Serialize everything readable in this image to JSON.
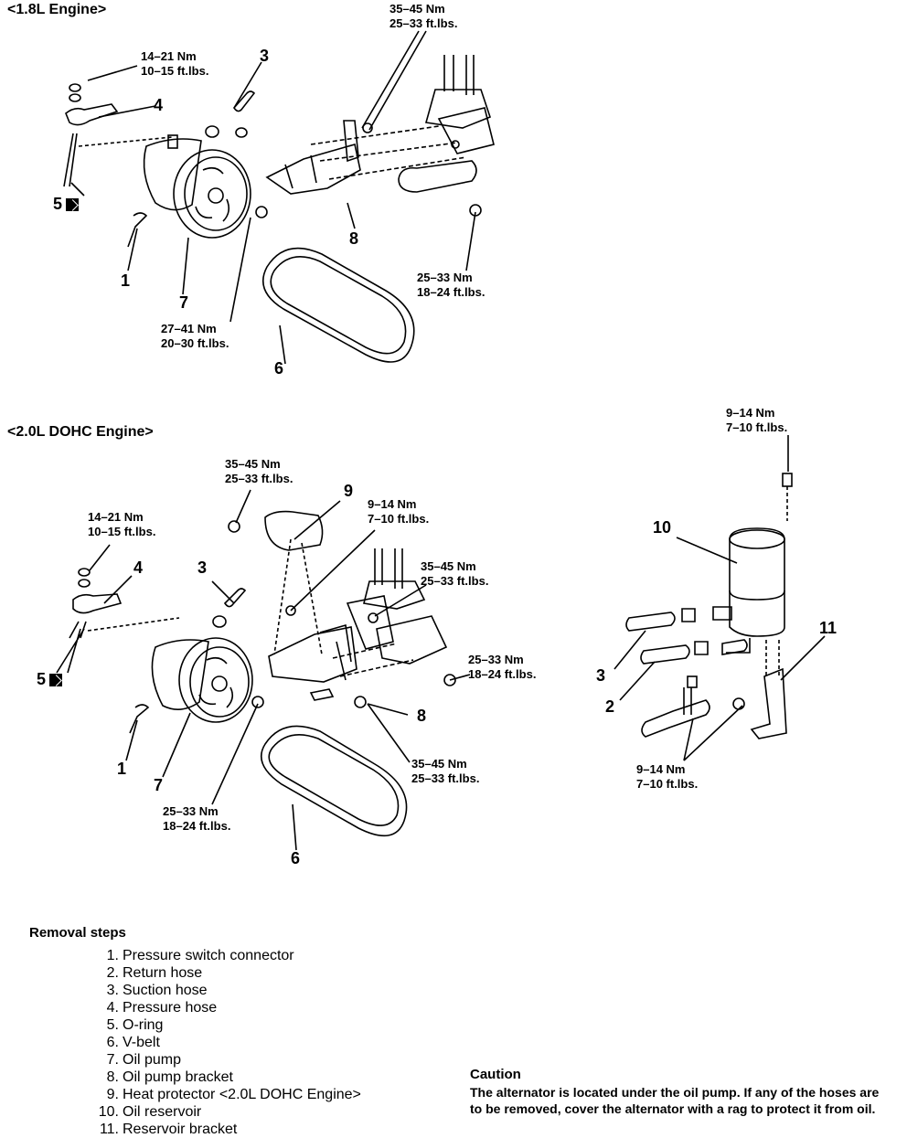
{
  "section1": {
    "title": "<1.8L Engine>",
    "torques": {
      "t1": [
        "14–21 Nm",
        "10–15 ft.lbs."
      ],
      "t2": [
        "35–45 Nm",
        "25–33 ft.lbs."
      ],
      "t3": [
        "25–33 Nm",
        "18–24 ft.lbs."
      ],
      "t4": [
        "27–41 Nm",
        "20–30 ft.lbs."
      ]
    },
    "callouts": [
      "1",
      "3",
      "4",
      "5",
      "6",
      "7",
      "8"
    ]
  },
  "section2": {
    "title": "<2.0L DOHC Engine>",
    "torques": {
      "t1": [
        "14–21 Nm",
        "10–15 ft.lbs."
      ],
      "t2": [
        "35–45 Nm",
        "25–33 ft.lbs."
      ],
      "t3": [
        "9–14 Nm",
        "7–10 ft.lbs."
      ],
      "t4": [
        "35–45 Nm",
        "25–33 ft.lbs."
      ],
      "t5": [
        "25–33 Nm",
        "18–24 ft.lbs."
      ],
      "t6": [
        "35–45 Nm",
        "25–33 ft.lbs."
      ],
      "t7": [
        "25–33 Nm",
        "18–24 ft.lbs."
      ]
    },
    "callouts": [
      "1",
      "3",
      "4",
      "5",
      "6",
      "7",
      "8",
      "9"
    ]
  },
  "section3": {
    "torques": {
      "t1": [
        "9–14 Nm",
        "7–10 ft.lbs."
      ],
      "t2": [
        "9–14 Nm",
        "7–10 ft.lbs."
      ]
    },
    "callouts": [
      "10",
      "11",
      "3",
      "2"
    ]
  },
  "removal": {
    "title": "Removal steps",
    "steps": [
      {
        "n": "1.",
        "text": "Pressure switch connector"
      },
      {
        "n": "2.",
        "text": "Return hose"
      },
      {
        "n": "3.",
        "text": "Suction hose"
      },
      {
        "n": "4.",
        "text": "Pressure hose"
      },
      {
        "n": "5.",
        "text": "O-ring"
      },
      {
        "n": "6.",
        "text": "V-belt"
      },
      {
        "n": "7.",
        "text": "Oil pump"
      },
      {
        "n": "8.",
        "text": "Oil pump bracket"
      },
      {
        "n": "9.",
        "text": "Heat protector <2.0L DOHC Engine>"
      },
      {
        "n": "10.",
        "text": "Oil reservoir"
      },
      {
        "n": "11.",
        "text": "Reservoir bracket"
      }
    ]
  },
  "caution": {
    "title": "Caution",
    "text": "The alternator is located under the oil pump. If any of the hoses are to be removed, cover the alternator with a rag to protect it from oil."
  },
  "icons": [
    "o-ring-replace-icon"
  ]
}
